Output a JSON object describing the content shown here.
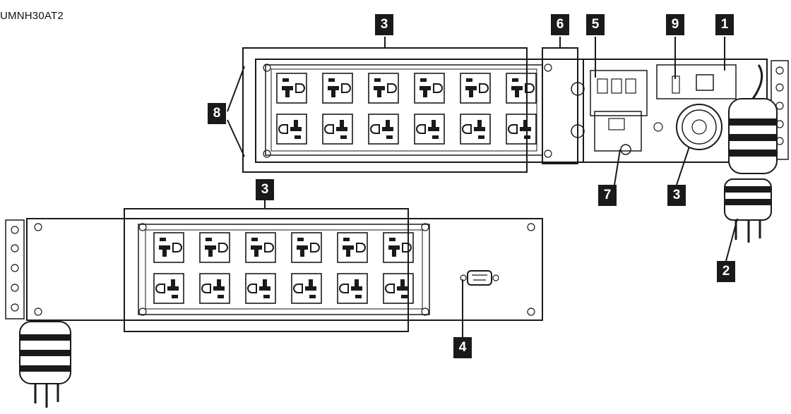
{
  "model": "UMNH30AT2",
  "callouts": {
    "c1": "1",
    "c2": "2",
    "c3a": "3",
    "c3b": "3",
    "c3c": "3",
    "c4": "4",
    "c5": "5",
    "c6": "6",
    "c7": "7",
    "c8": "8",
    "c9": "9"
  },
  "colors": {
    "line": "#1a1a1a",
    "callout_bg": "#1a1a1a",
    "callout_text": "#ffffff",
    "panel_fill": "#ffffff"
  },
  "outlets": {
    "rows": 2,
    "columns": 6
  }
}
